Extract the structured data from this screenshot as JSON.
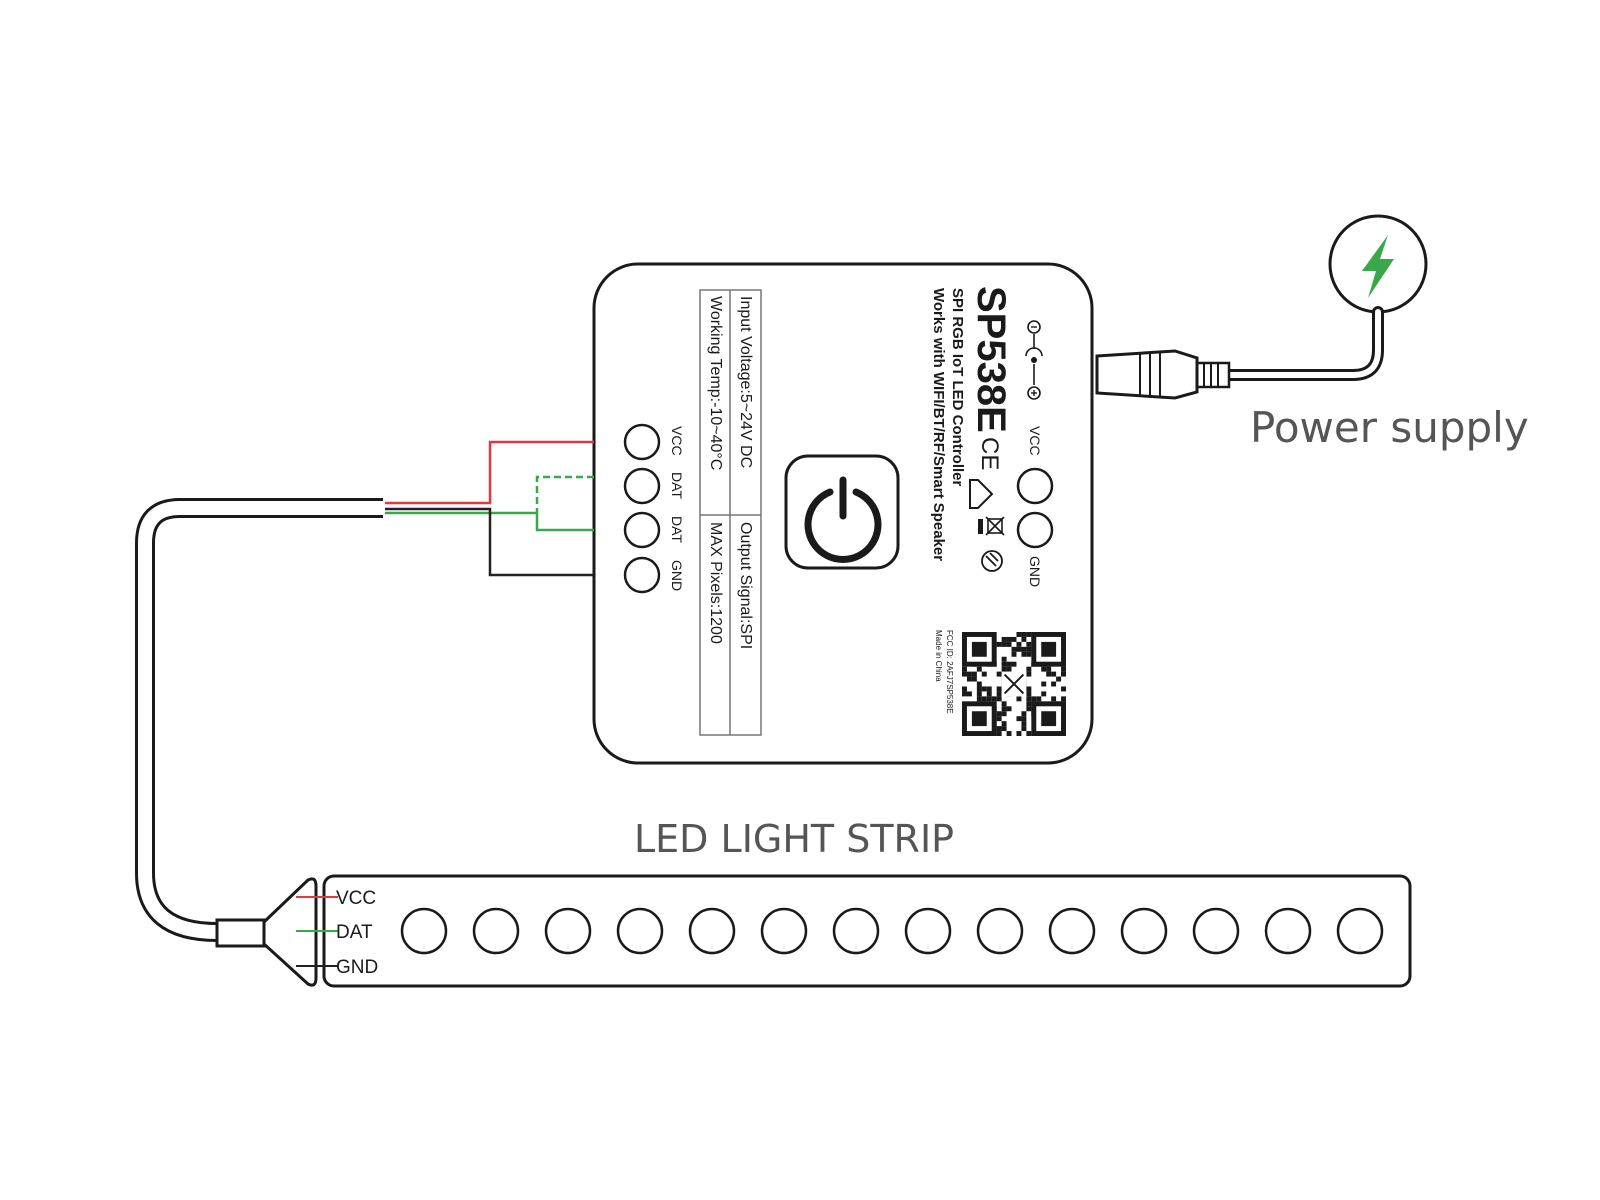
{
  "labels": {
    "power_supply": "Power supply",
    "led_strip": "LED LIGHT STRIP"
  },
  "controller": {
    "model": "SP538E",
    "subtitle": "SPI RGB IoT LED Controller",
    "works_with": "Works with WIFI/BT/RF/Smart Speaker",
    "ce_mark": "CE",
    "fcc_id": "FCC ID: 2AFJ7SP538E",
    "made_in": "Made in China",
    "power_terminals": [
      "VCC",
      "GND"
    ],
    "output_terminals": [
      "VCC",
      "DAT",
      "DAT",
      "GND"
    ],
    "specs": {
      "input_voltage": "Input Voltage:5~24V DC",
      "working_temp": "Working Temp:-10~40°C",
      "output_signal": "Output Signal:SPI",
      "max_pixels": "MAX Pixels:1200"
    }
  },
  "strip": {
    "pins": [
      "VCC",
      "DAT",
      "GND"
    ],
    "led_count": 14
  },
  "colors": {
    "vcc_wire": "#e0383e",
    "dat_wire": "#3aa84a",
    "gnd_wire": "#222222",
    "bolt": "#3aa84a",
    "outline": "#1a1a1a"
  }
}
